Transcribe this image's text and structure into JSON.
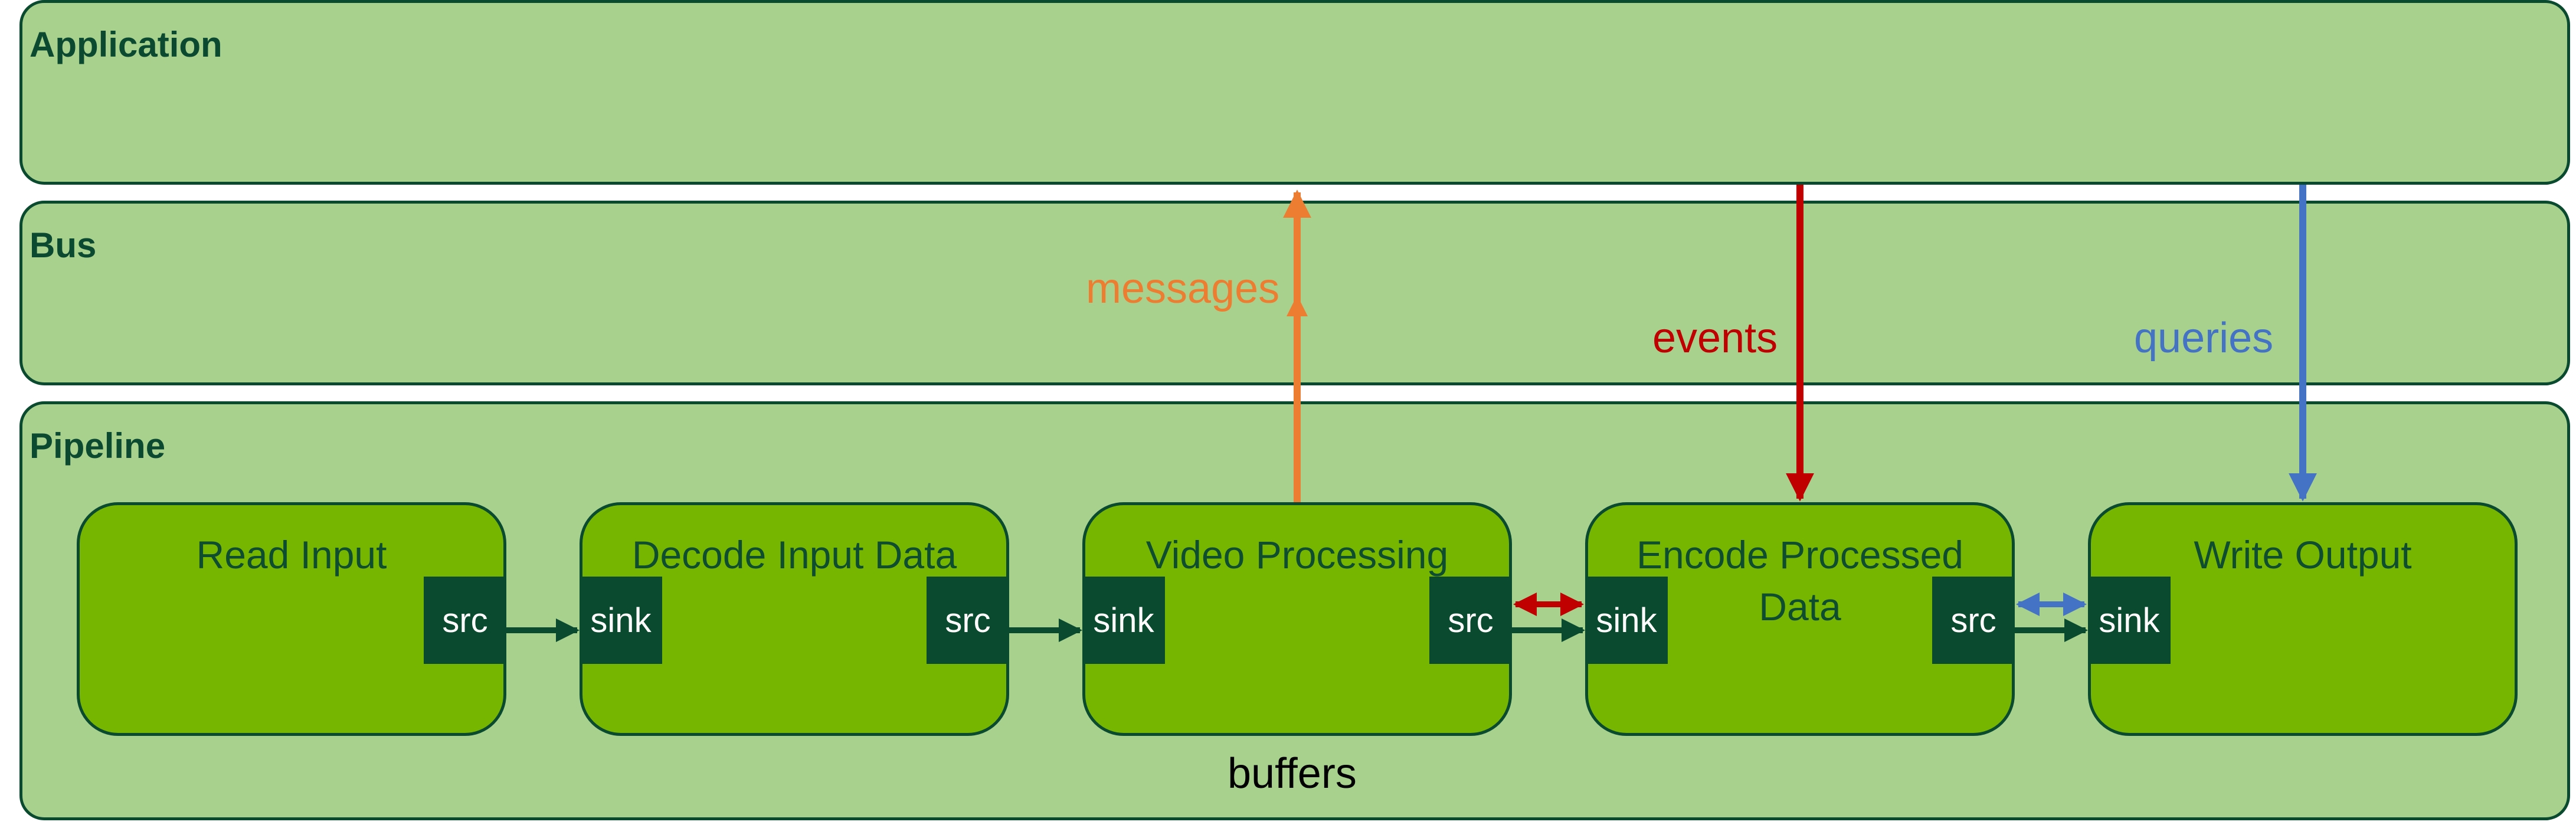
{
  "layers": {
    "application": "Application",
    "bus": "Bus",
    "pipeline": "Pipeline"
  },
  "elements": [
    {
      "title": "Read Input",
      "pads": [
        "src"
      ]
    },
    {
      "title": "Decode Input Data",
      "pads": [
        "sink",
        "src"
      ]
    },
    {
      "title": "Video Processing",
      "pads": [
        "sink",
        "src"
      ]
    },
    {
      "title": "Encode Processed Data",
      "pads": [
        "sink",
        "src"
      ]
    },
    {
      "title": "Write Output",
      "pads": [
        "sink"
      ]
    }
  ],
  "labels": {
    "messages": "messages",
    "events": "events",
    "queries": "queries",
    "buffers": "buffers"
  },
  "colors": {
    "layer_fill": "#a9d18e",
    "element_fill": "#76b500",
    "pad_fill": "#0a4a2f",
    "outline": "#0a4a2f",
    "messages": "#ed7d31",
    "events": "#c00000",
    "queries": "#4472c4"
  }
}
